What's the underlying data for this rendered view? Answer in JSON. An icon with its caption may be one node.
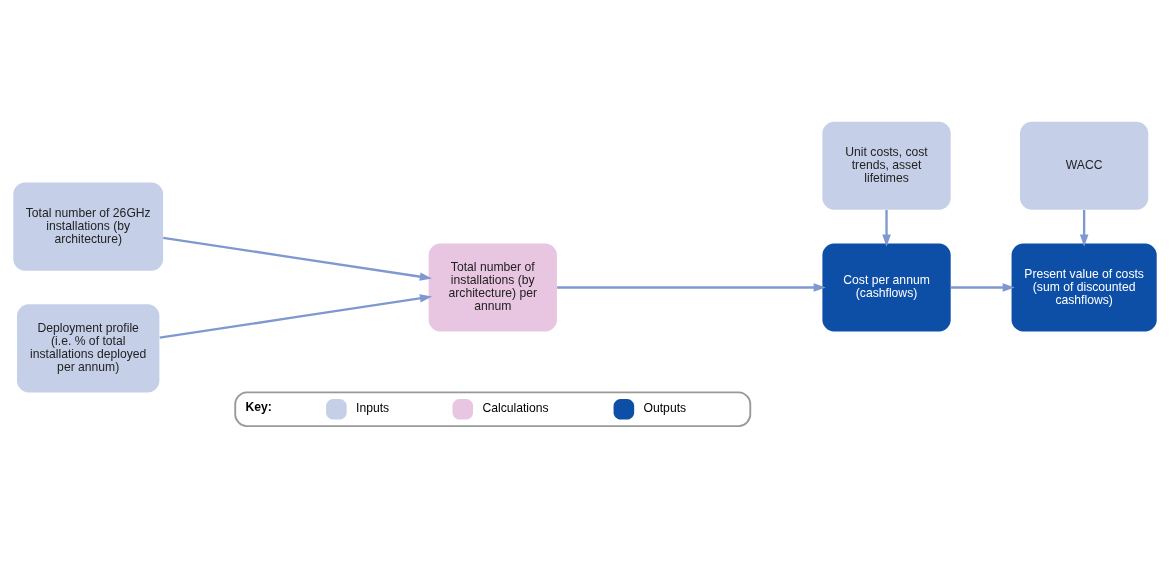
{
  "diagram": {
    "nodes": [
      {
        "text": [
          "Total number of 26GHz installations (by architecture)"
        ]
      },
      {
        "text": [
          "Deployment profile (i.e. % of total installations deployed per annum)"
        ]
      },
      {
        "text": [
          "Total number of installations (by architecture) per annum"
        ]
      },
      {
        "text": [
          "Unit costs, cost trends, asset lifetimes"
        ]
      },
      {
        "text": [
          "Cost per annum (cashflows)"
        ]
      },
      {
        "text": [
          "WACC"
        ]
      },
      {
        "text": [
          "Present value of costs (sum of discounted cashflows)"
        ]
      }
    ],
    "edges": [
      {
        "from": 0,
        "to": 2,
        "arrow": "to"
      },
      {
        "from": 1,
        "to": 2,
        "arrow": "to"
      },
      {
        "from": 2,
        "to": 4,
        "arrow": "to"
      },
      {
        "from": 3,
        "to": 4,
        "arrow": "to"
      },
      {
        "from": 4,
        "to": 6,
        "arrow": "to"
      },
      {
        "from": 5,
        "to": 6,
        "arrow": "to"
      }
    ],
    "labels": [
      "Key:"
    ],
    "legend": [
      {
        "text": "Inputs",
        "color": "#c5d0e8"
      },
      {
        "text": "Calculations",
        "color": "#e8c5e0"
      },
      {
        "text": "Outputs",
        "color": "#0d4ea6"
      }
    ]
  }
}
